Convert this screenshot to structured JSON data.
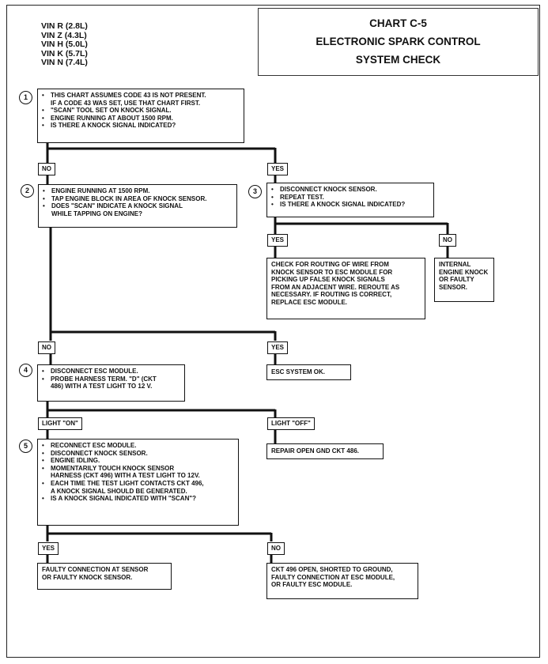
{
  "header": {
    "vin_lines": [
      "VIN R (2.8L)",
      "VIN Z (4.3L)",
      "VIN H (5.0L)",
      "VIN K (5.7L)",
      "VIN N (7.4L)"
    ],
    "title_lines": [
      "CHART C-5",
      "ELECTRONIC SPARK CONTROL",
      "SYSTEM CHECK"
    ]
  },
  "flowchart": {
    "step1": {
      "number": "1",
      "items": [
        "THIS CHART ASSUMES CODE 43 IS NOT PRESENT.",
        "\"SCAN\" TOOL SET ON KNOCK SIGNAL.",
        "ENGINE RUNNING AT ABOUT 1500 RPM.",
        "IS THERE A KNOCK SIGNAL INDICATED?"
      ],
      "item1_cont": "IF A CODE 43 WAS SET, USE THAT CHART FIRST."
    },
    "branch1": {
      "no": "NO",
      "yes": "YES"
    },
    "step2": {
      "number": "2",
      "items": [
        "ENGINE RUNNING AT 1500 RPM.",
        "TAP ENGINE BLOCK IN AREA OF KNOCK SENSOR.",
        "DOES \"SCAN\" INDICATE A KNOCK SIGNAL"
      ],
      "item3_cont": "WHILE TAPPING ON ENGINE?"
    },
    "step3": {
      "number": "3",
      "items": [
        "DISCONNECT KNOCK SENSOR.",
        "REPEAT TEST.",
        "IS THERE A KNOCK SIGNAL INDICATED?"
      ]
    },
    "branch3": {
      "yes": "YES",
      "no": "NO"
    },
    "result3_yes": [
      "CHECK FOR ROUTING OF WIRE FROM",
      "KNOCK SENSOR TO ESC MODULE FOR",
      "PICKING UP FALSE KNOCK SIGNALS",
      "FROM AN ADJACENT WIRE.  REROUTE AS",
      "NECESSARY.  IF ROUTING IS CORRECT,",
      "REPLACE ESC MODULE."
    ],
    "result3_no": [
      "INTERNAL",
      "ENGINE KNOCK",
      "OR FAULTY",
      "SENSOR."
    ],
    "branch2": {
      "no": "NO",
      "yes": "YES"
    },
    "result2_yes": "ESC SYSTEM OK.",
    "step4": {
      "number": "4",
      "items": [
        "DISCONNECT ESC MODULE.",
        "PROBE HARNESS TERM. \"D\" (CKT"
      ],
      "item2_cont": "486) WITH A TEST LIGHT TO 12 V."
    },
    "branch4": {
      "on": "LIGHT \"ON\"",
      "off": "LIGHT \"OFF\""
    },
    "result4_off": "REPAIR OPEN GND CKT 486.",
    "step5": {
      "number": "5",
      "items": [
        "RECONNECT ESC MODULE.",
        "DISCONNECT KNOCK SENSOR.",
        "ENGINE IDLING.",
        "MOMENTARILY TOUCH KNOCK SENSOR",
        "EACH TIME THE TEST LIGHT CONTACTS CKT 496,",
        "IS A KNOCK SIGNAL INDICATED WITH \"SCAN\"?"
      ],
      "item4_cont": "HARNESS (CKT 496) WITH A TEST LIGHT TO 12V.",
      "item5_cont": "A KNOCK SIGNAL SHOULD BE GENERATED."
    },
    "branch5": {
      "yes": "YES",
      "no": "NO"
    },
    "result5_yes": [
      "FAULTY CONNECTION AT SENSOR",
      "OR FAULTY KNOCK SENSOR."
    ],
    "result5_no": [
      "CKT 496 OPEN, SHORTED TO GROUND,",
      "FAULTY CONNECTION AT ESC MODULE,",
      "OR FAULTY ESC MODULE."
    ]
  }
}
